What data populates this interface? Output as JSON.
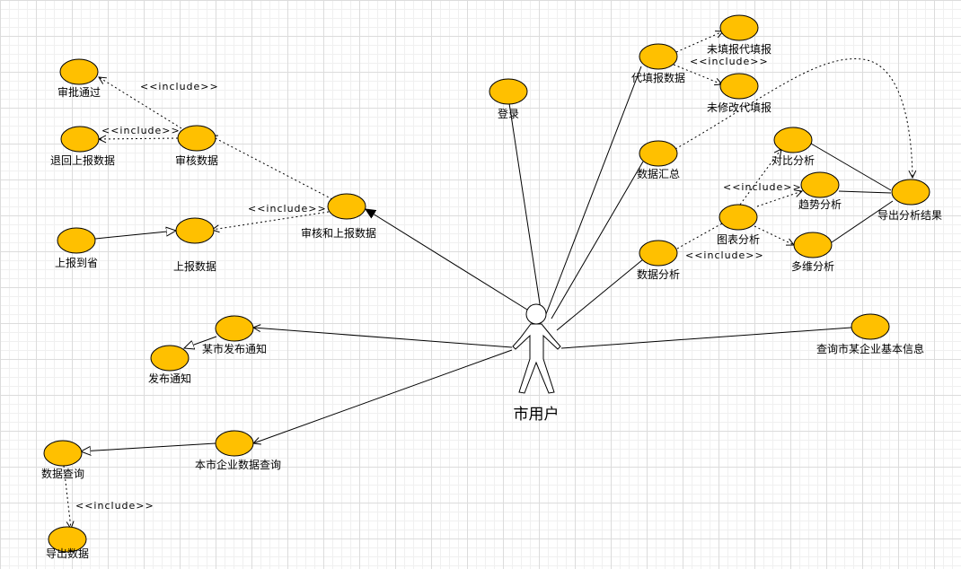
{
  "actor": {
    "name": "市用户"
  },
  "use_cases": {
    "login": "登录",
    "proxy_fill": "代填报数据",
    "unfilled_proxy": "未填报代填报",
    "unmodified_proxy": "未修改代填报",
    "data_summary": "数据汇总",
    "data_analysis": "数据分析",
    "chart_analysis": "图表分析",
    "compare_analysis": "对比分析",
    "trend_analysis": "趋势分析",
    "multi_analysis": "多维分析",
    "export_results": "导出分析结果",
    "query_enterprise_info": "查询市某企业基本信息",
    "review_and_report": "审核和上报数据",
    "review_data": "审核数据",
    "approve": "审批通过",
    "return_report": "退回上报数据",
    "report_data": "上报数据",
    "report_province": "上报到省",
    "city_publish_notice": "某市发布通知",
    "publish_notice": "发布通知",
    "city_enterprise_query": "本市企业数据查询",
    "data_query": "数据查询",
    "export_data": "导出数据"
  },
  "stereotype": "<<include>>"
}
